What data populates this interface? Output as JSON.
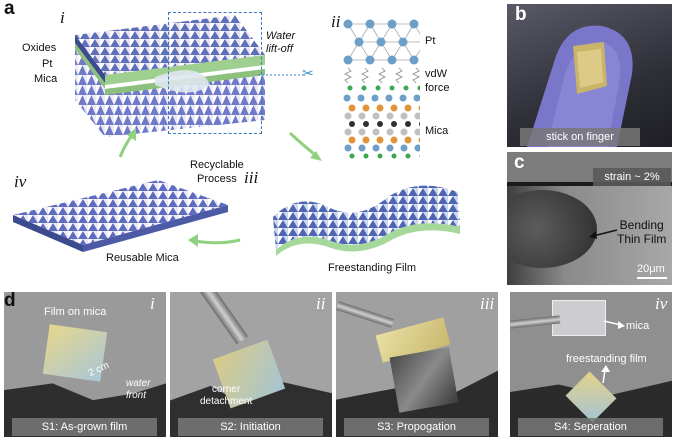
{
  "panel_a": {
    "letter": "a",
    "i": {
      "roman": "i",
      "layers": [
        "Oxides",
        "Pt",
        "Mica"
      ],
      "water_label": "Water\nlift-off"
    },
    "ii": {
      "roman": "ii",
      "pt": "Pt",
      "vdw": "vdW\nforce",
      "mica": "Mica"
    },
    "iii": {
      "roman": "iii",
      "caption": "Freestanding Film"
    },
    "iv": {
      "roman": "iv",
      "caption": "Reusable Mica"
    },
    "center": "Recyclable\nProcess"
  },
  "panel_b": {
    "letter": "b",
    "caption": "stick on finger"
  },
  "panel_c": {
    "letter": "c",
    "strain": "strain ~ 2%",
    "label": "Bending\nThin Film",
    "scale": "20μm"
  },
  "panel_d": {
    "letter": "d",
    "s1": {
      "roman": "i",
      "title": "Film on mica",
      "size": "2 cm",
      "water": "water\nfront",
      "caption": "S1: As-grown film"
    },
    "s2": {
      "roman": "ii",
      "corner": "corner\ndetachment",
      "caption": "S2: Initiation"
    },
    "s3": {
      "roman": "iii",
      "caption": "S3: Propogation"
    },
    "s4": {
      "roman": "iv",
      "mica": "mica",
      "film": "freestanding film",
      "caption": "S4: Seperation"
    }
  },
  "colors": {
    "oxide": "#5b6fb6",
    "pt": "#9fcf8f",
    "mica": "#6d7bc4",
    "arrow": "#8fd17e",
    "sphere": "#6e9fc9"
  }
}
